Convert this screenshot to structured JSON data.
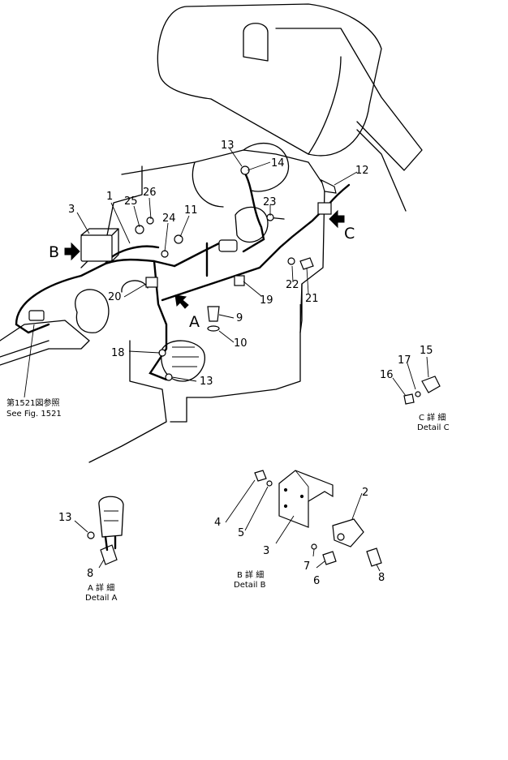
{
  "callouts": [
    "1",
    "2",
    "3",
    "4",
    "5",
    "6",
    "7",
    "8",
    "9",
    "10",
    "11",
    "12",
    "13",
    "14",
    "15",
    "16",
    "17",
    "18",
    "19",
    "20",
    "21",
    "22",
    "23",
    "24",
    "25",
    "26"
  ],
  "view_markers": {
    "A": "A",
    "B": "B",
    "C": "C"
  },
  "see_figure": {
    "jp": "第1521図参照",
    "en": "See Fig. 1521"
  },
  "details": {
    "A": {
      "jp": "A 詳 細",
      "en": "Detail A"
    },
    "B": {
      "jp": "B 詳 細",
      "en": "Detail B"
    },
    "C": {
      "jp": "C 詳 細",
      "en": "Detail C"
    }
  }
}
